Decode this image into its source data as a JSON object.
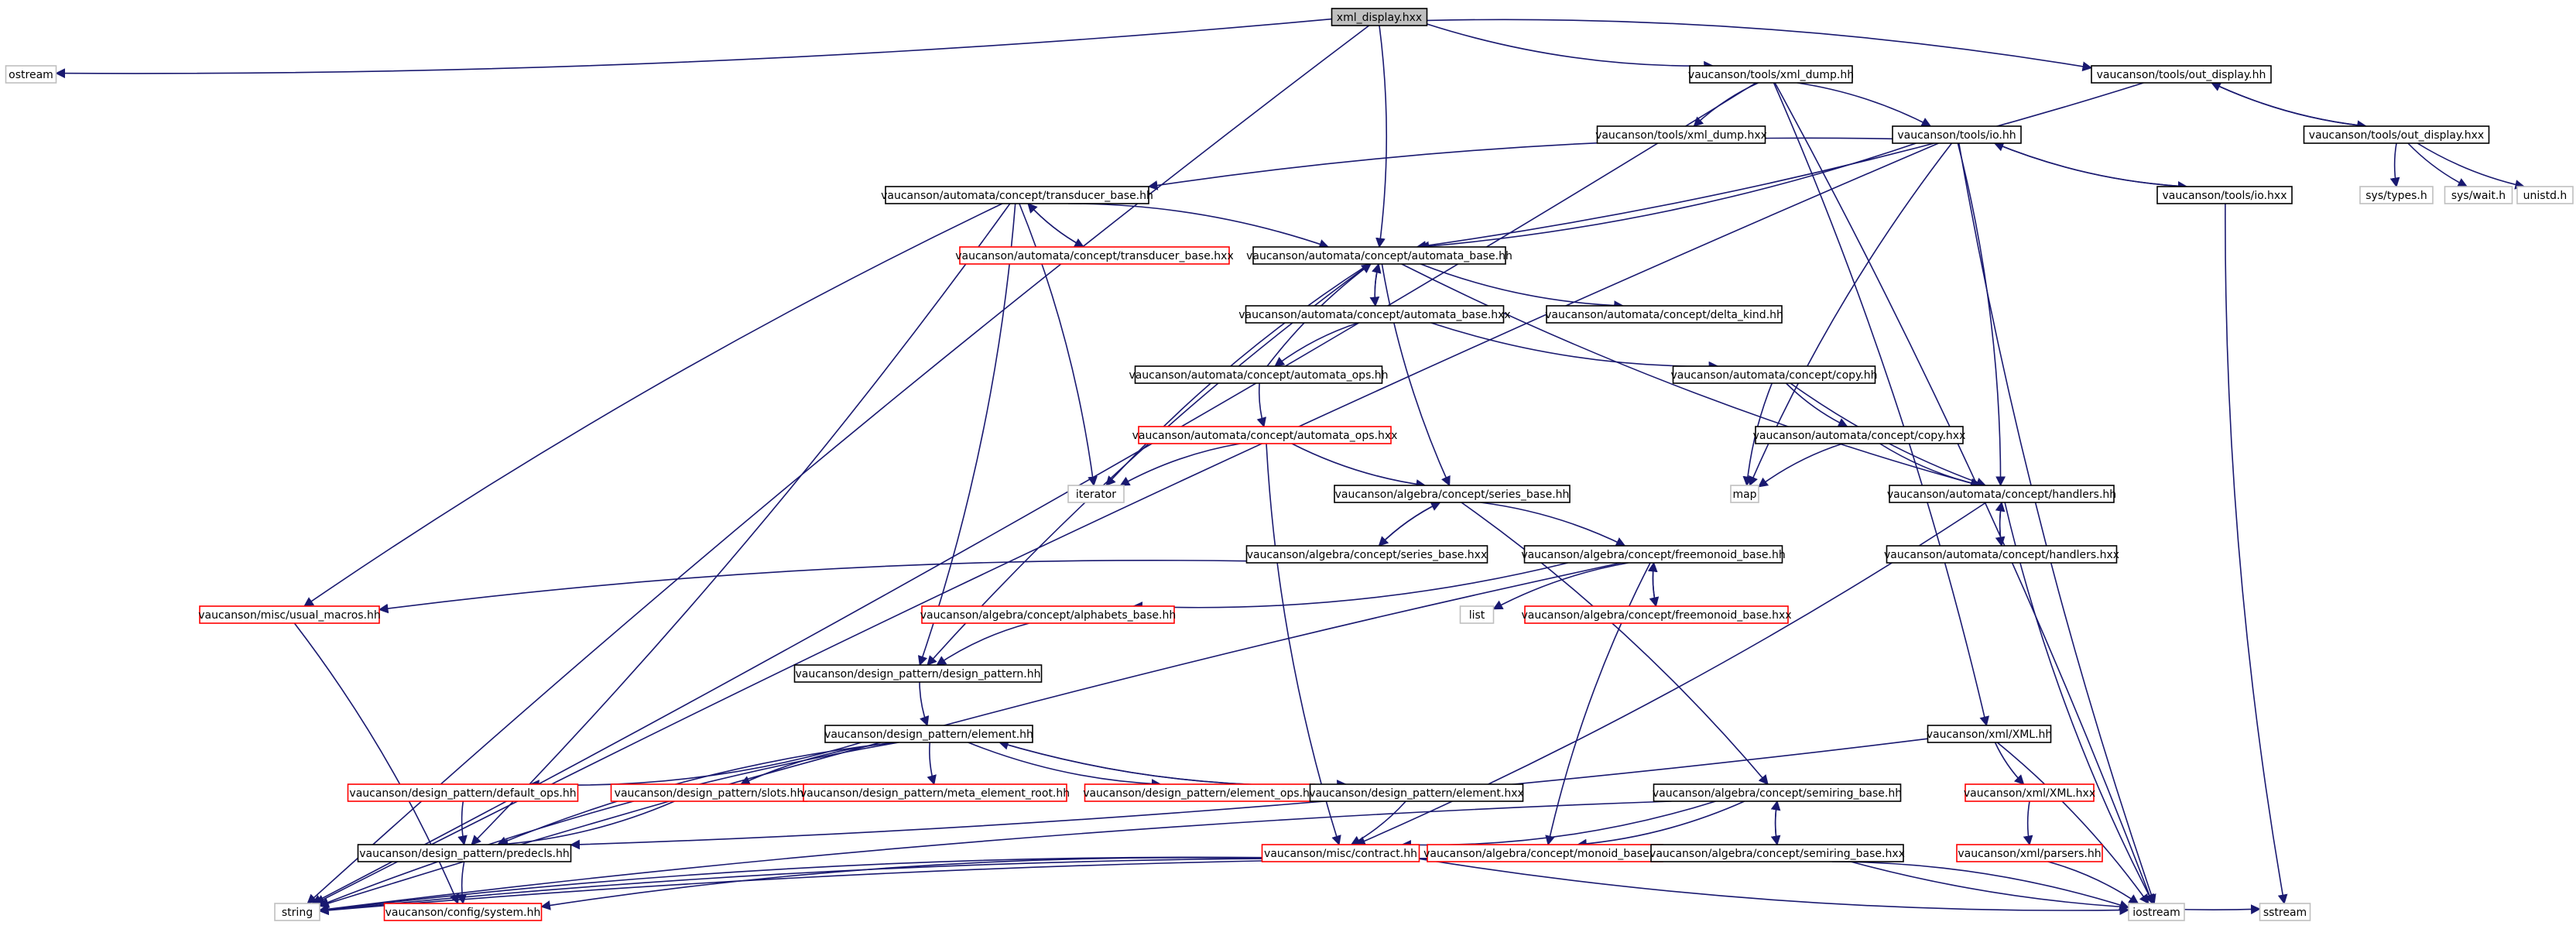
{
  "colors": {
    "edge": "#191970",
    "node_border_documented": "#000000",
    "node_border_undocumented": "#ff0000",
    "node_border_system": "#bfbfbf",
    "root_fill": "#bfbfbf",
    "node_fill": "#ffffff"
  },
  "graph": {
    "nodes": [
      {
        "id": "root",
        "label": "xml_display.hxx",
        "kind": "root"
      },
      {
        "id": "ostream",
        "label": "ostream",
        "kind": "system"
      },
      {
        "id": "xml_dump_hh",
        "label": "vaucanson/tools/xml_dump.hh",
        "kind": "documented"
      },
      {
        "id": "out_display_hh",
        "label": "vaucanson/tools/out_display.hh",
        "kind": "documented"
      },
      {
        "id": "out_display_hxx",
        "label": "vaucanson/tools/out_display.hxx",
        "kind": "documented"
      },
      {
        "id": "xml_dump_hxx",
        "label": "vaucanson/tools/xml_dump.hxx",
        "kind": "documented"
      },
      {
        "id": "io_hh",
        "label": "vaucanson/tools/io.hh",
        "kind": "documented"
      },
      {
        "id": "sys_types",
        "label": "sys/types.h",
        "kind": "system"
      },
      {
        "id": "sys_wait",
        "label": "sys/wait.h",
        "kind": "system"
      },
      {
        "id": "unistd",
        "label": "unistd.h",
        "kind": "system"
      },
      {
        "id": "transducer_base_hh",
        "label": "vaucanson/automata/concept/transducer_base.hh",
        "kind": "documented"
      },
      {
        "id": "io_hxx",
        "label": "vaucanson/tools/io.hxx",
        "kind": "documented"
      },
      {
        "id": "transducer_base_hxx",
        "label": "vaucanson/automata/concept/transducer_base.hxx",
        "kind": "undocumented"
      },
      {
        "id": "automata_base_hh",
        "label": "vaucanson/automata/concept/automata_base.hh",
        "kind": "documented"
      },
      {
        "id": "automata_base_hxx",
        "label": "vaucanson/automata/concept/automata_base.hxx",
        "kind": "documented"
      },
      {
        "id": "delta_kind",
        "label": "vaucanson/automata/concept/delta_kind.hh",
        "kind": "documented"
      },
      {
        "id": "automata_ops_hh",
        "label": "vaucanson/automata/concept/automata_ops.hh",
        "kind": "documented"
      },
      {
        "id": "copy_hh",
        "label": "vaucanson/automata/concept/copy.hh",
        "kind": "documented"
      },
      {
        "id": "automata_ops_hxx",
        "label": "vaucanson/automata/concept/automata_ops.hxx",
        "kind": "undocumented"
      },
      {
        "id": "copy_hxx",
        "label": "vaucanson/automata/concept/copy.hxx",
        "kind": "documented"
      },
      {
        "id": "iterator",
        "label": "iterator",
        "kind": "system"
      },
      {
        "id": "series_base_hh",
        "label": "vaucanson/algebra/concept/series_base.hh",
        "kind": "documented"
      },
      {
        "id": "map",
        "label": "map",
        "kind": "system"
      },
      {
        "id": "handlers_hh",
        "label": "vaucanson/automata/concept/handlers.hh",
        "kind": "documented"
      },
      {
        "id": "series_base_hxx",
        "label": "vaucanson/algebra/concept/series_base.hxx",
        "kind": "documented"
      },
      {
        "id": "freemonoid_base_hh",
        "label": "vaucanson/algebra/concept/freemonoid_base.hh",
        "kind": "documented"
      },
      {
        "id": "handlers_hxx",
        "label": "vaucanson/automata/concept/handlers.hxx",
        "kind": "documented"
      },
      {
        "id": "usual_macros",
        "label": "vaucanson/misc/usual_macros.hh",
        "kind": "undocumented"
      },
      {
        "id": "alphabets_base_hh",
        "label": "vaucanson/algebra/concept/alphabets_base.hh",
        "kind": "undocumented"
      },
      {
        "id": "list",
        "label": "list",
        "kind": "system"
      },
      {
        "id": "freemonoid_base_hxx",
        "label": "vaucanson/algebra/concept/freemonoid_base.hxx",
        "kind": "undocumented"
      },
      {
        "id": "design_pattern_hh",
        "label": "vaucanson/design_pattern/design_pattern.hh",
        "kind": "documented"
      },
      {
        "id": "element_hh",
        "label": "vaucanson/design_pattern/element.hh",
        "kind": "documented"
      },
      {
        "id": "xml_XML_hh",
        "label": "vaucanson/xml/XML.hh",
        "kind": "documented"
      },
      {
        "id": "default_ops",
        "label": "vaucanson/design_pattern/default_ops.hh",
        "kind": "undocumented"
      },
      {
        "id": "slots_hh",
        "label": "vaucanson/design_pattern/slots.hh",
        "kind": "undocumented"
      },
      {
        "id": "meta_element_root",
        "label": "vaucanson/design_pattern/meta_element_root.hh",
        "kind": "undocumented"
      },
      {
        "id": "element_ops",
        "label": "vaucanson/design_pattern/element_ops.hh",
        "kind": "undocumented"
      },
      {
        "id": "element_hxx",
        "label": "vaucanson/design_pattern/element.hxx",
        "kind": "documented"
      },
      {
        "id": "xml_XML_hxx",
        "label": "vaucanson/xml/XML.hxx",
        "kind": "undocumented"
      },
      {
        "id": "semiring_base_hh",
        "label": "vaucanson/algebra/concept/semiring_base.hh",
        "kind": "documented"
      },
      {
        "id": "predecls_hh",
        "label": "vaucanson/design_pattern/predecls.hh",
        "kind": "documented"
      },
      {
        "id": "contract_hh",
        "label": "vaucanson/misc/contract.hh",
        "kind": "undocumented"
      },
      {
        "id": "monoid_base_hh",
        "label": "vaucanson/algebra/concept/monoid_base.hh",
        "kind": "undocumented"
      },
      {
        "id": "semiring_base_hxx",
        "label": "vaucanson/algebra/concept/semiring_base.hxx",
        "kind": "documented"
      },
      {
        "id": "xml_parsers",
        "label": "vaucanson/xml/parsers.hh",
        "kind": "undocumented"
      },
      {
        "id": "string",
        "label": "string",
        "kind": "system"
      },
      {
        "id": "system_hh",
        "label": "vaucanson/config/system.hh",
        "kind": "undocumented"
      },
      {
        "id": "iostream",
        "label": "iostream",
        "kind": "system"
      },
      {
        "id": "sstream",
        "label": "sstream",
        "kind": "system"
      }
    ],
    "edges": [
      [
        "root",
        "ostream"
      ],
      [
        "root",
        "string"
      ],
      [
        "root",
        "xml_dump_hh"
      ],
      [
        "root",
        "out_display_hh"
      ],
      [
        "root",
        "automata_base_hh"
      ],
      [
        "xml_dump_hh",
        "xml_dump_hxx"
      ],
      [
        "xml_dump_hh",
        "io_hh"
      ],
      [
        "xml_dump_hh",
        "string"
      ],
      [
        "xml_dump_hh",
        "iostream"
      ],
      [
        "xml_dump_hh",
        "xml_XML_hh"
      ],
      [
        "out_display_hh",
        "out_display_hxx"
      ],
      [
        "out_display_hxx",
        "out_display_hh"
      ],
      [
        "out_display_hh",
        "automata_base_hh"
      ],
      [
        "out_display_hxx",
        "sys_types"
      ],
      [
        "out_display_hxx",
        "sys_wait"
      ],
      [
        "out_display_hxx",
        "unistd"
      ],
      [
        "io_hh",
        "transducer_base_hh"
      ],
      [
        "io_hh",
        "automata_base_hh"
      ],
      [
        "io_hh",
        "io_hxx"
      ],
      [
        "io_hxx",
        "io_hh"
      ],
      [
        "io_hh",
        "handlers_hh"
      ],
      [
        "io_hh",
        "map"
      ],
      [
        "io_hh",
        "iostream"
      ],
      [
        "io_hh",
        "string"
      ],
      [
        "io_hxx",
        "sstream"
      ],
      [
        "transducer_base_hh",
        "transducer_base_hxx"
      ],
      [
        "transducer_base_hxx",
        "transducer_base_hh"
      ],
      [
        "transducer_base_hh",
        "automata_base_hh"
      ],
      [
        "transducer_base_hh",
        "usual_macros"
      ],
      [
        "transducer_base_hh",
        "iterator"
      ],
      [
        "transducer_base_hh",
        "design_pattern_hh"
      ],
      [
        "transducer_base_hh",
        "predecls_hh"
      ],
      [
        "automata_base_hh",
        "automata_base_hxx"
      ],
      [
        "automata_base_hxx",
        "automata_base_hh"
      ],
      [
        "automata_base_hh",
        "delta_kind"
      ],
      [
        "automata_base_hh",
        "iterator"
      ],
      [
        "automata_base_hh",
        "series_base_hh"
      ],
      [
        "automata_base_hh",
        "handlers_hh"
      ],
      [
        "automata_base_hh",
        "design_pattern_hh"
      ],
      [
        "automata_base_hxx",
        "automata_ops_hh"
      ],
      [
        "automata_base_hxx",
        "copy_hh"
      ],
      [
        "automata_ops_hh",
        "automata_base_hh"
      ],
      [
        "automata_ops_hh",
        "automata_ops_hxx"
      ],
      [
        "automata_ops_hxx",
        "iterator"
      ],
      [
        "automata_ops_hxx",
        "series_base_hh"
      ],
      [
        "automata_ops_hxx",
        "contract_hh"
      ],
      [
        "copy_hh",
        "map"
      ],
      [
        "copy_hh",
        "copy_hxx"
      ],
      [
        "copy_hh",
        "handlers_hh"
      ],
      [
        "copy_hxx",
        "map"
      ],
      [
        "copy_hxx",
        "handlers_hh"
      ],
      [
        "handlers_hh",
        "handlers_hxx"
      ],
      [
        "handlers_hxx",
        "handlers_hh"
      ],
      [
        "handlers_hh",
        "iostream"
      ],
      [
        "handlers_hh",
        "contract_hh"
      ],
      [
        "series_base_hh",
        "series_base_hxx"
      ],
      [
        "series_base_hxx",
        "series_base_hh"
      ],
      [
        "series_base_hh",
        "freemonoid_base_hh"
      ],
      [
        "series_base_hh",
        "semiring_base_hh"
      ],
      [
        "series_base_hxx",
        "usual_macros"
      ],
      [
        "freemonoid_base_hh",
        "alphabets_base_hh"
      ],
      [
        "freemonoid_base_hh",
        "list"
      ],
      [
        "freemonoid_base_hh",
        "freemonoid_base_hxx"
      ],
      [
        "freemonoid_base_hxx",
        "freemonoid_base_hh"
      ],
      [
        "freemonoid_base_hh",
        "monoid_base_hh"
      ],
      [
        "freemonoid_base_hh",
        "string"
      ],
      [
        "alphabets_base_hh",
        "design_pattern_hh"
      ],
      [
        "usual_macros",
        "system_hh"
      ],
      [
        "design_pattern_hh",
        "element_hh"
      ],
      [
        "element_hh",
        "default_ops"
      ],
      [
        "element_hh",
        "slots_hh"
      ],
      [
        "element_hh",
        "meta_element_root"
      ],
      [
        "element_hh",
        "element_ops"
      ],
      [
        "element_hh",
        "element_hxx"
      ],
      [
        "element_hxx",
        "element_hh"
      ],
      [
        "element_hh",
        "predecls_hh"
      ],
      [
        "element_hh",
        "string"
      ],
      [
        "element_hxx",
        "contract_hh"
      ],
      [
        "default_ops",
        "predecls_hh"
      ],
      [
        "slots_hh",
        "predecls_hh"
      ],
      [
        "xml_XML_hh",
        "xml_XML_hxx"
      ],
      [
        "xml_XML_hh",
        "iostream"
      ],
      [
        "xml_XML_hh",
        "predecls_hh"
      ],
      [
        "xml_XML_hxx",
        "xml_parsers"
      ],
      [
        "xml_parsers",
        "iostream"
      ],
      [
        "semiring_base_hh",
        "semiring_base_hxx"
      ],
      [
        "semiring_base_hxx",
        "semiring_base_hh"
      ],
      [
        "semiring_base_hh",
        "contract_hh"
      ],
      [
        "semiring_base_hh",
        "monoid_base_hh"
      ],
      [
        "semiring_base_hh",
        "string"
      ],
      [
        "semiring_base_hxx",
        "iostream"
      ],
      [
        "semiring_base_hxx",
        "sstream"
      ],
      [
        "semiring_base_hxx",
        "string"
      ],
      [
        "monoid_base_hh",
        "string"
      ],
      [
        "contract_hh",
        "string"
      ],
      [
        "contract_hh",
        "system_hh"
      ],
      [
        "contract_hh",
        "iostream"
      ],
      [
        "predecls_hh",
        "system_hh"
      ]
    ]
  }
}
